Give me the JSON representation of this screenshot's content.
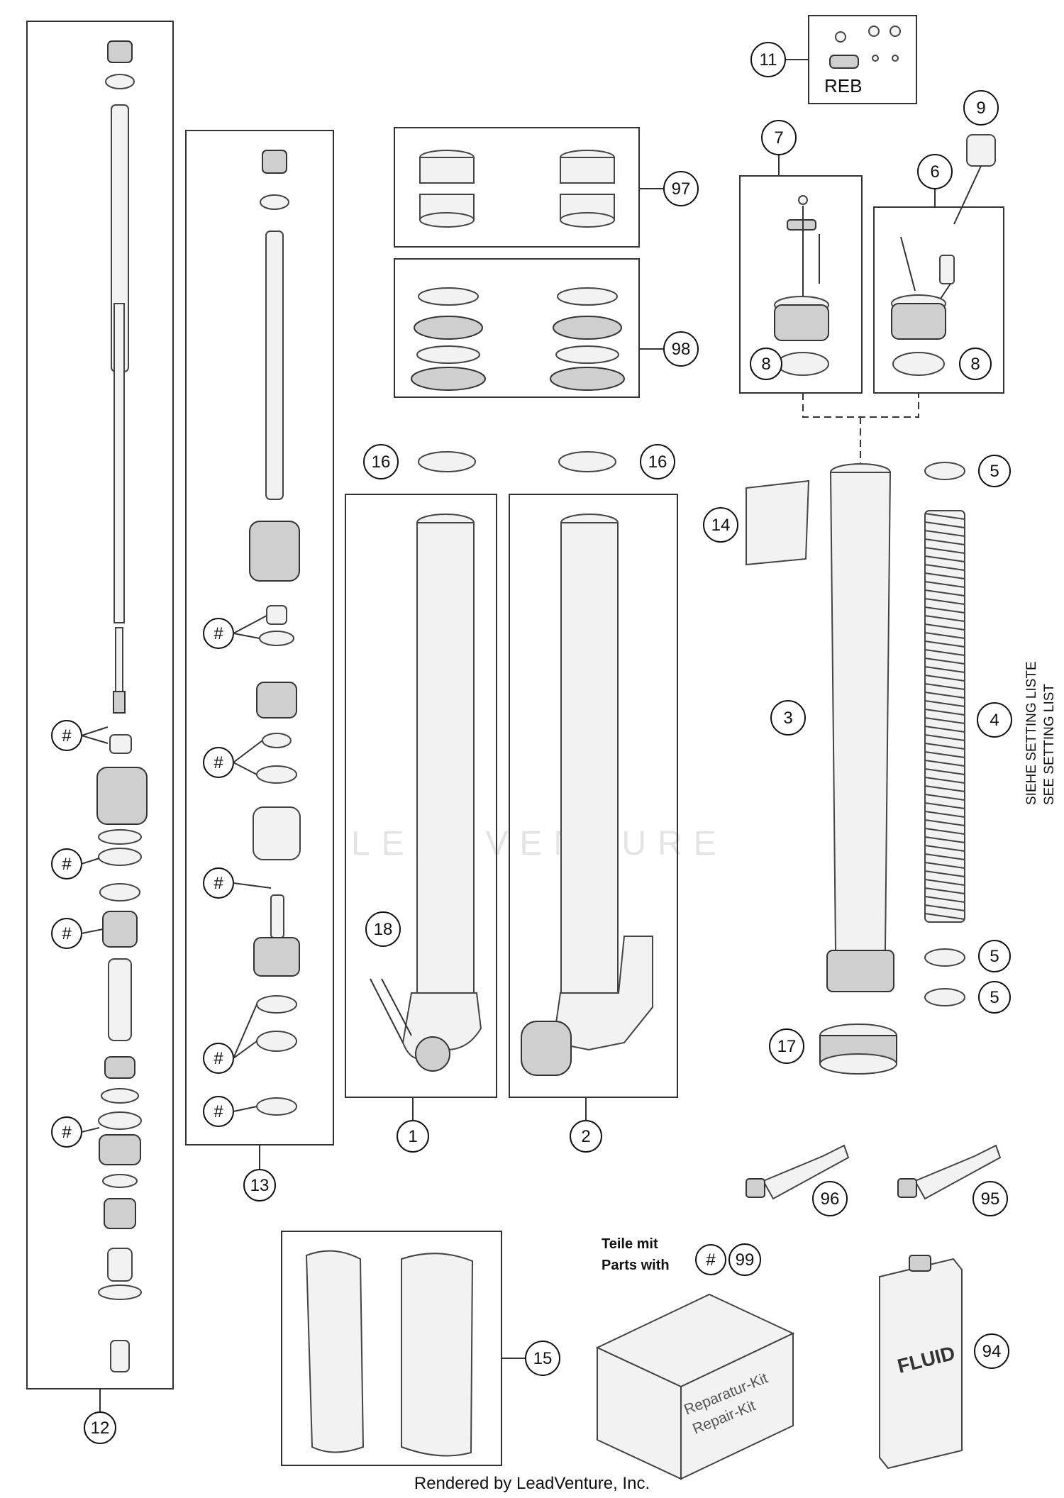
{
  "diagram": {
    "watermark": "LEADVENTURE",
    "footer": "Rendered by LeadVenture, Inc.",
    "reb_label": "REB",
    "setting_list_de": "SIEHE SETTING LISTE",
    "setting_list_en": "SEE SETTING LIST",
    "parts_note_de": "Teile mit",
    "parts_note_en": "Parts with",
    "repair_kit_de": "Reparatur-Kit",
    "repair_kit_en": "Repair-Kit",
    "fluid_label": "FLUID",
    "callouts": {
      "c1": "1",
      "c2": "2",
      "c3": "3",
      "c4": "4",
      "c5a": "5",
      "c5b": "5",
      "c5c": "5",
      "c6": "6",
      "c7": "7",
      "c8a": "8",
      "c8b": "8",
      "c9": "9",
      "c11": "11",
      "c12": "12",
      "c13": "13",
      "c14": "14",
      "c15": "15",
      "c16a": "16",
      "c16b": "16",
      "c17": "17",
      "c18": "18",
      "c94": "94",
      "c95": "95",
      "c96": "96",
      "c97": "97",
      "c98": "98",
      "c99": "99",
      "hash": "#"
    }
  }
}
